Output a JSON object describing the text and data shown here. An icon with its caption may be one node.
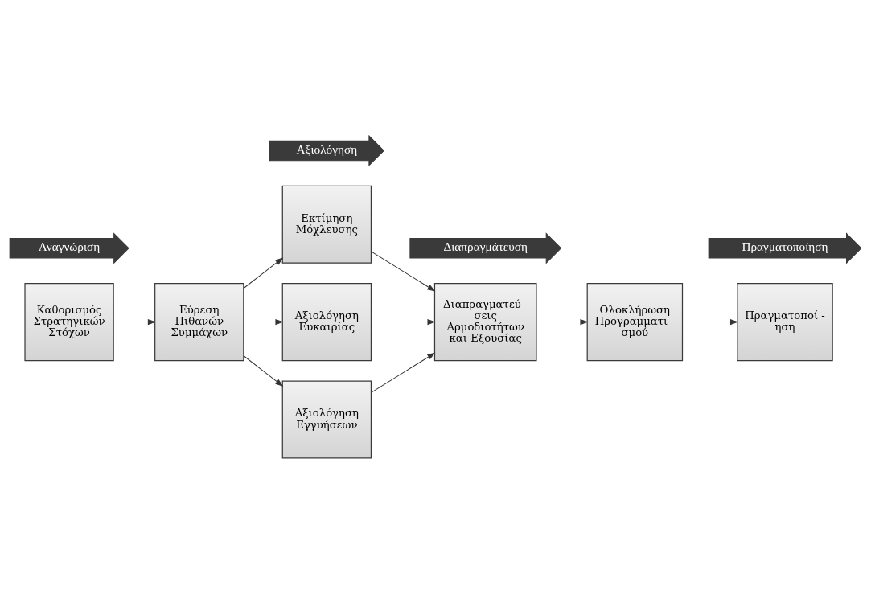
{
  "diagram": {
    "nodes": [
      {
        "text": [
          "Αναγνώριση"
        ]
      },
      {
        "text": [
          "Αξιολόγηση"
        ]
      },
      {
        "text": [
          "Διαπραγμάτευση"
        ]
      },
      {
        "text": [
          "Πραγματοποίηση"
        ]
      },
      {
        "text": [
          "Καθορισμός Στρατηγικών Στόχων"
        ]
      },
      {
        "text": [
          "Εύρεση Πιθανών Συμμάχων"
        ]
      },
      {
        "text": [
          "Εκτίμηση Μόχλευσης"
        ]
      },
      {
        "text": [
          "Αξιολόγηση Ευκαιρίας"
        ]
      },
      {
        "text": [
          "Αξιολόγηση Εγγυήσεων"
        ]
      },
      {
        "text": [
          "Διαπραγματεύ - σεις Αρμοδιοτήτων και Εξουσίας"
        ]
      },
      {
        "text": [
          "Ολοκλήρωση Προγραμματι - σμού"
        ]
      },
      {
        "text": [
          "Πραγματοποί - ηση"
        ]
      }
    ],
    "edges": [
      {
        "from": 4,
        "to": 5,
        "arrow": "to"
      },
      {
        "from": 5,
        "to": 6,
        "arrow": "to"
      },
      {
        "from": 5,
        "to": 7,
        "arrow": "to"
      },
      {
        "from": 5,
        "to": 8,
        "arrow": "to"
      },
      {
        "from": 6,
        "to": 9,
        "arrow": "to"
      },
      {
        "from": 7,
        "to": 9,
        "arrow": "to"
      },
      {
        "from": 8,
        "to": 9,
        "arrow": "to"
      },
      {
        "from": 9,
        "to": 10,
        "arrow": "to"
      },
      {
        "from": 10,
        "to": 11,
        "arrow": "to"
      }
    ]
  }
}
